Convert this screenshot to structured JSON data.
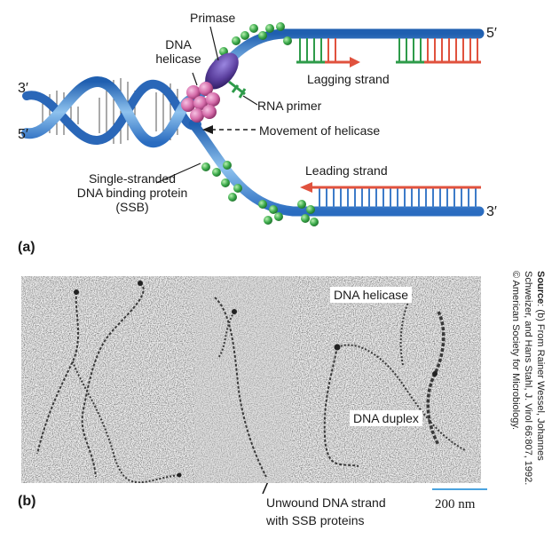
{
  "panel_a": {
    "tag": "(a)",
    "labels": {
      "primase": "Primase",
      "dna_helicase_1": "DNA",
      "dna_helicase_2": "helicase",
      "five_prime_top": "5′",
      "three_prime_left": "3′",
      "five_prime_left": "5′",
      "three_prime_bottom": "3′",
      "lagging_strand": "Lagging strand",
      "rna_primer": "RNA primer",
      "movement_of_helicase": "Movement of helicase",
      "leading_strand": "Leading strand",
      "ssb_1": "Single-stranded",
      "ssb_2": "DNA binding protein",
      "ssb_3": "(SSB)"
    },
    "colors": {
      "strand_blue": "#3d7cc9",
      "strand_light": "#8ec2ee",
      "new_strand_red": "#e0523e",
      "primer_green": "#2e9b4a",
      "ssb_green": "#3aa94a",
      "helicase_pink": "#d46aa8",
      "primase_purple": "#5b3f9e"
    }
  },
  "panel_b": {
    "tag": "(b)",
    "labels": {
      "dna_helicase": "DNA helicase",
      "dna_duplex": "DNA duplex",
      "unwound_1": "Unwound DNA strand",
      "unwound_2": "with SSB proteins",
      "scale": "200 nm"
    },
    "source_bold": "Source",
    "source_text": ": (b) From Rainer Wessel, Johannes Schweizer, and Hans Stahl, J. Virol 66:807, 1992. © American Society for Microbiology."
  }
}
